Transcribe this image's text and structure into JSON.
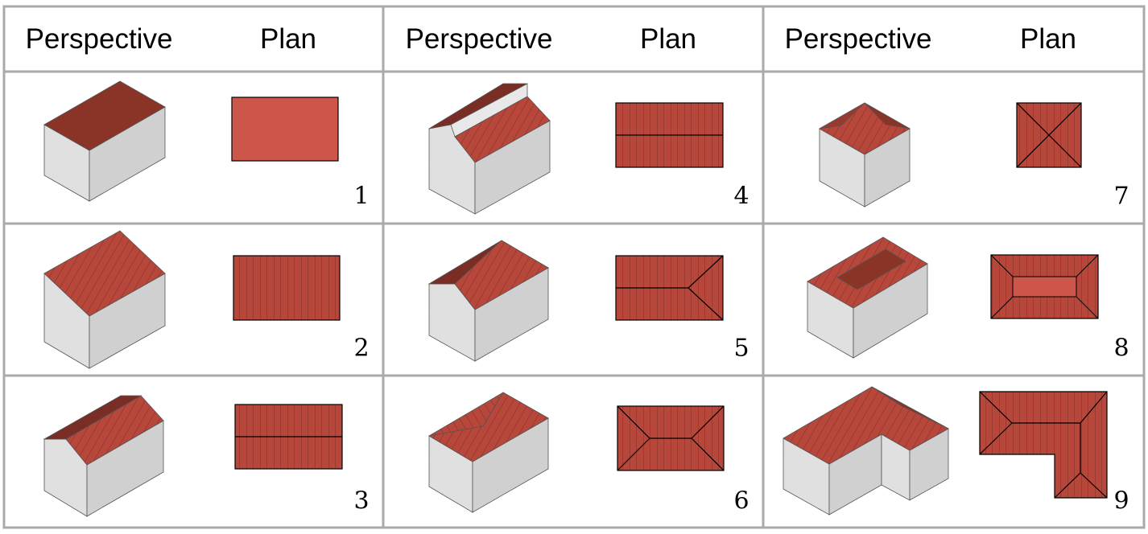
{
  "headers": {
    "perspective": "Perspective",
    "plan": "Plan"
  },
  "roofs": [
    {
      "number": "1"
    },
    {
      "number": "2"
    },
    {
      "number": "3"
    },
    {
      "number": "4"
    },
    {
      "number": "5"
    },
    {
      "number": "6"
    },
    {
      "number": "7"
    },
    {
      "number": "8"
    },
    {
      "number": "9"
    }
  ],
  "colors": {
    "grid": "#aaaaaa",
    "roof": "#b7463b",
    "roof_dark": "#8a3428",
    "roof_flat": "#cc564a",
    "wall_light": "#e0e0e0",
    "wall_dark": "#d0d0d0",
    "outline": "#000000"
  }
}
